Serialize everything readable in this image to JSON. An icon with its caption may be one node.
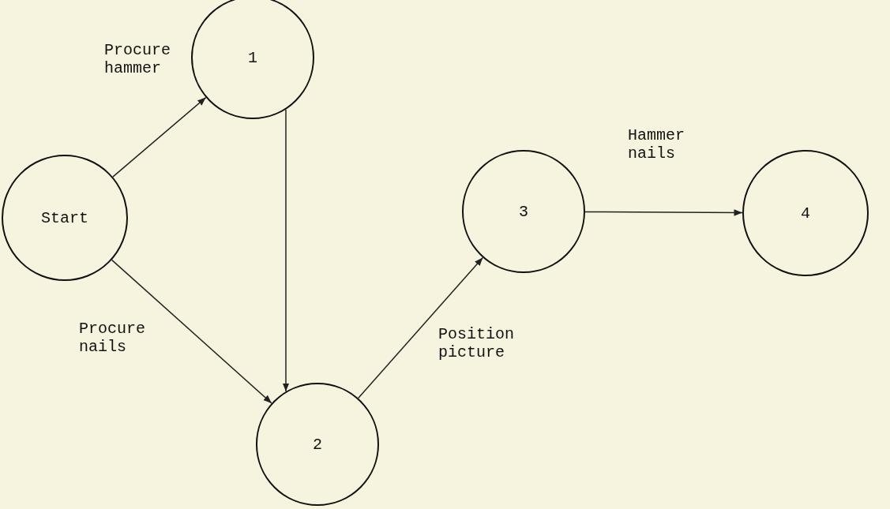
{
  "diagram": {
    "nodes": [
      {
        "text": [
          "Start"
        ]
      },
      {
        "text": [
          "1"
        ]
      },
      {
        "text": [
          "2"
        ]
      },
      {
        "text": [
          "3"
        ]
      },
      {
        "text": [
          "4"
        ]
      }
    ],
    "edges": [
      {
        "from": 0,
        "to": 1,
        "arrow": "to",
        "label": "Procure hammer"
      },
      {
        "from": 0,
        "to": 2,
        "arrow": "to",
        "label": "Procure nails"
      },
      {
        "from": 1,
        "to": 2,
        "arrow": "to"
      },
      {
        "from": 2,
        "to": 3,
        "arrow": "to",
        "label": "Position picture"
      },
      {
        "from": 3,
        "to": 4,
        "arrow": "to",
        "label": "Hammer nails"
      }
    ]
  }
}
